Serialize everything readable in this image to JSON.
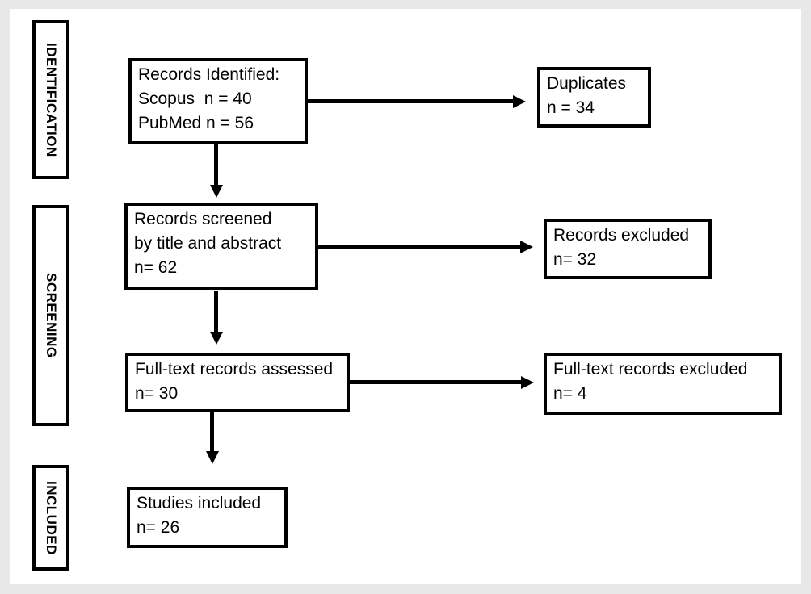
{
  "stages": {
    "identification": "IDENTIFICATION",
    "screening": "SCREENING",
    "included": "INCLUDED"
  },
  "boxes": {
    "records_identified": {
      "lines": [
        "Records Identified:",
        "Scopus  n = 40",
        "PubMed n = 56"
      ]
    },
    "duplicates": {
      "lines": [
        "Duplicates",
        "n = 34"
      ]
    },
    "records_screened": {
      "lines": [
        "Records screened",
        "by title and abstract",
        "n= 62"
      ]
    },
    "records_excluded": {
      "lines": [
        "Records excluded",
        "n= 32"
      ]
    },
    "fulltext_assessed": {
      "lines": [
        "Full-text records assessed",
        "n= 30"
      ]
    },
    "fulltext_excluded": {
      "lines": [
        "Full-text records excluded",
        "n= 4"
      ]
    },
    "studies_included": {
      "lines": [
        "Studies included",
        "n= 26"
      ]
    }
  },
  "colors": {
    "surround": "#e8e8e8",
    "box_fill": "#ffffff",
    "ink": "#000000"
  }
}
